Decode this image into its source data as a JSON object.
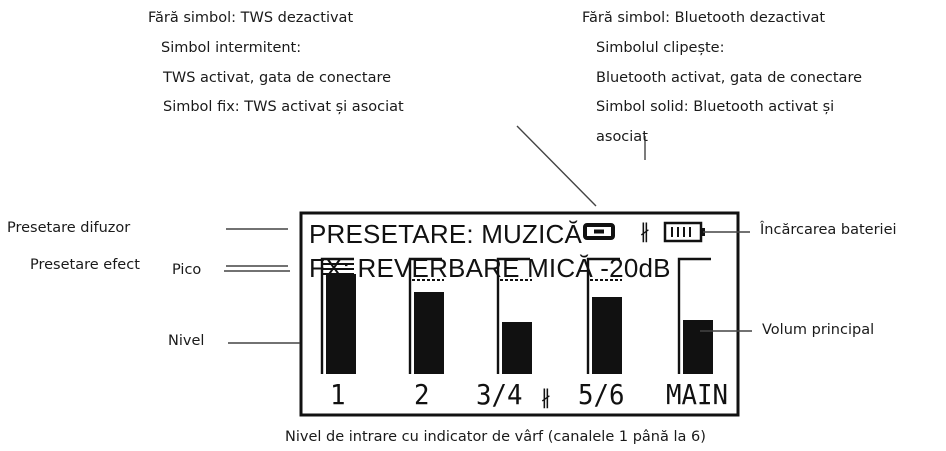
{
  "annotations": {
    "tws": {
      "off": "Fără simbol: TWS dezactivat",
      "blink_title": "Simbol intermitent:",
      "blink_desc": "TWS activat, gata de conectare",
      "solid": "Simbol fix: TWS activat și asociat"
    },
    "bluetooth": {
      "off": "Fără simbol: Bluetooth dezactivat",
      "blink_title": "Simbolul clipește:",
      "blink_desc": "Bluetooth activat, gata de conectare",
      "solid_line1": "Simbol solid: Bluetooth activat și",
      "solid_line2": "asociat"
    },
    "left": {
      "speaker_preset": "Presetare difuzor",
      "effect_preset": "Presetare efect",
      "peak": "Pico",
      "level": "Nivel"
    },
    "right": {
      "battery": "Încărcarea bateriei",
      "main_volume": "Volum principal"
    },
    "bottom": "Nivel de intrare cu indicator de vârf (canalele 1 până la 6)"
  },
  "display": {
    "preset_line": "PRESETARE: MUZICĂ",
    "fx_line": "FX: REVERBARE MICĂ -20dB",
    "bluetooth_glyph": "∦",
    "channels": [
      {
        "label": "1",
        "level": 0.87,
        "peak": "clip",
        "bluetooth": false
      },
      {
        "label": "2",
        "level": 0.71,
        "peak": "hold",
        "bluetooth": false
      },
      {
        "label": "3/4",
        "level": 0.45,
        "peak": "hold",
        "bluetooth": true
      },
      {
        "label": "5/6",
        "level": 0.67,
        "peak": "hold",
        "bluetooth": false
      },
      {
        "label": "MAIN",
        "level": 0.47,
        "peak": "none",
        "bluetooth": false
      }
    ]
  }
}
